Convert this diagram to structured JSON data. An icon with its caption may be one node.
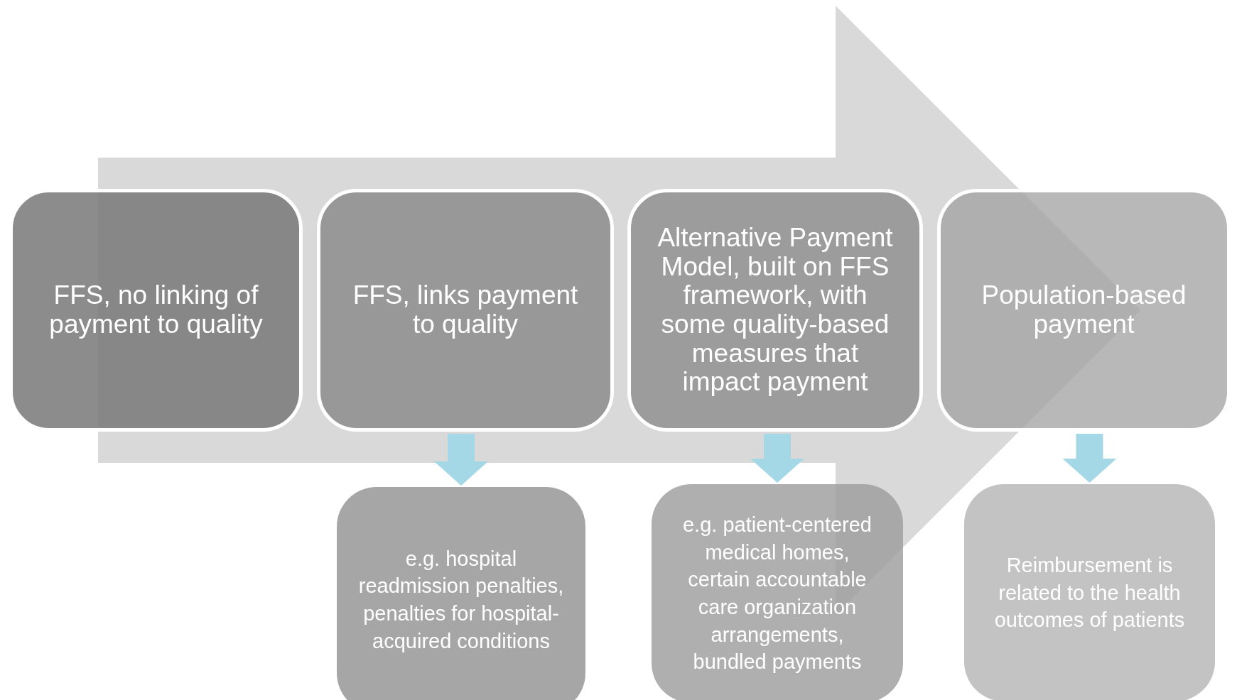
{
  "diagram": {
    "nodes": [
      {
        "text": [
          "FFS, no linking of payment to quality"
        ]
      },
      {
        "text": [
          "FFS, links payment to quality"
        ]
      },
      {
        "text": [
          "Alternative Payment Model, built on FFS framework, with some quality-based measures that impact payment"
        ]
      },
      {
        "text": [
          "Population-based payment"
        ]
      },
      {
        "text": [
          "e.g. hospital readmission penalties, penalties for hospital-acquired conditions"
        ]
      },
      {
        "text": [
          "e.g. patient-centered medical homes, certain accountable care organization arrangements, bundled payments"
        ]
      },
      {
        "text": [
          "Reimbursement is related to the health outcomes of patients"
        ]
      }
    ],
    "edges": [
      {
        "from": 1,
        "to": 4,
        "arrow": "to",
        "color": "#a5d8e7"
      },
      {
        "from": 2,
        "to": 5,
        "arrow": "to",
        "color": "#a5d8e7"
      },
      {
        "from": 3,
        "to": 6,
        "arrow": "to",
        "color": "#a5d8e7"
      },
      {
        "from": 0,
        "to": 3,
        "arrow": "to",
        "style": "thick",
        "color": "#d9d9d9"
      }
    ]
  }
}
